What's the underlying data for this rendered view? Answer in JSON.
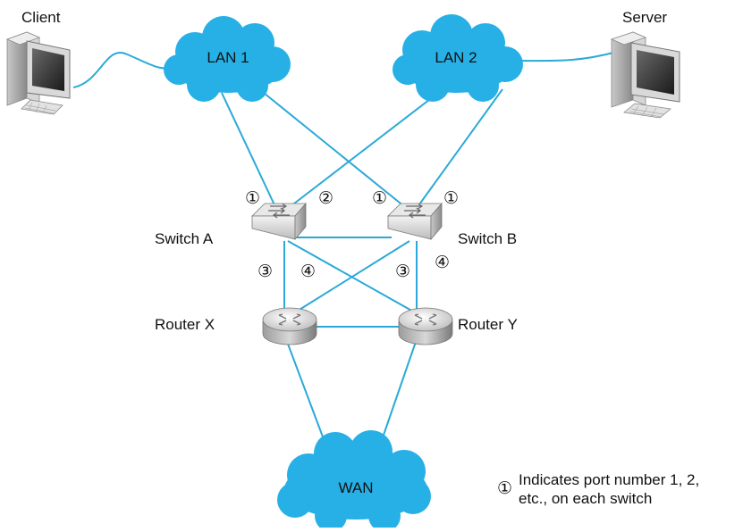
{
  "colors": {
    "link": "#2aa9d8",
    "cloud": "#27b0e6",
    "device_gray": "#9a9a9a"
  },
  "nodes": {
    "client": {
      "label": "Client",
      "icon": "desktop-computer-icon"
    },
    "server": {
      "label": "Server",
      "icon": "desktop-computer-icon"
    },
    "lan1": {
      "label": "LAN 1",
      "icon": "cloud-icon"
    },
    "lan2": {
      "label": "LAN 2",
      "icon": "cloud-icon"
    },
    "wan": {
      "label": "WAN",
      "icon": "cloud-icon"
    },
    "switch_a": {
      "label": "Switch A",
      "icon": "switch-icon"
    },
    "switch_b": {
      "label": "Switch B",
      "icon": "switch-icon"
    },
    "router_x": {
      "label": "Router X",
      "icon": "router-icon"
    },
    "router_y": {
      "label": "Router Y",
      "icon": "router-icon"
    }
  },
  "ports": {
    "a_lan1": "①",
    "a_lan2": "②",
    "a_router_x": "③",
    "a_router_y": "④",
    "b_lan1": "①",
    "b_lan2": "①",
    "b_router_x": "③",
    "b_router_y": "④"
  },
  "legend": {
    "symbol": "①",
    "line1": "Indicates port number 1, 2,",
    "line2": "etc., on each switch"
  }
}
